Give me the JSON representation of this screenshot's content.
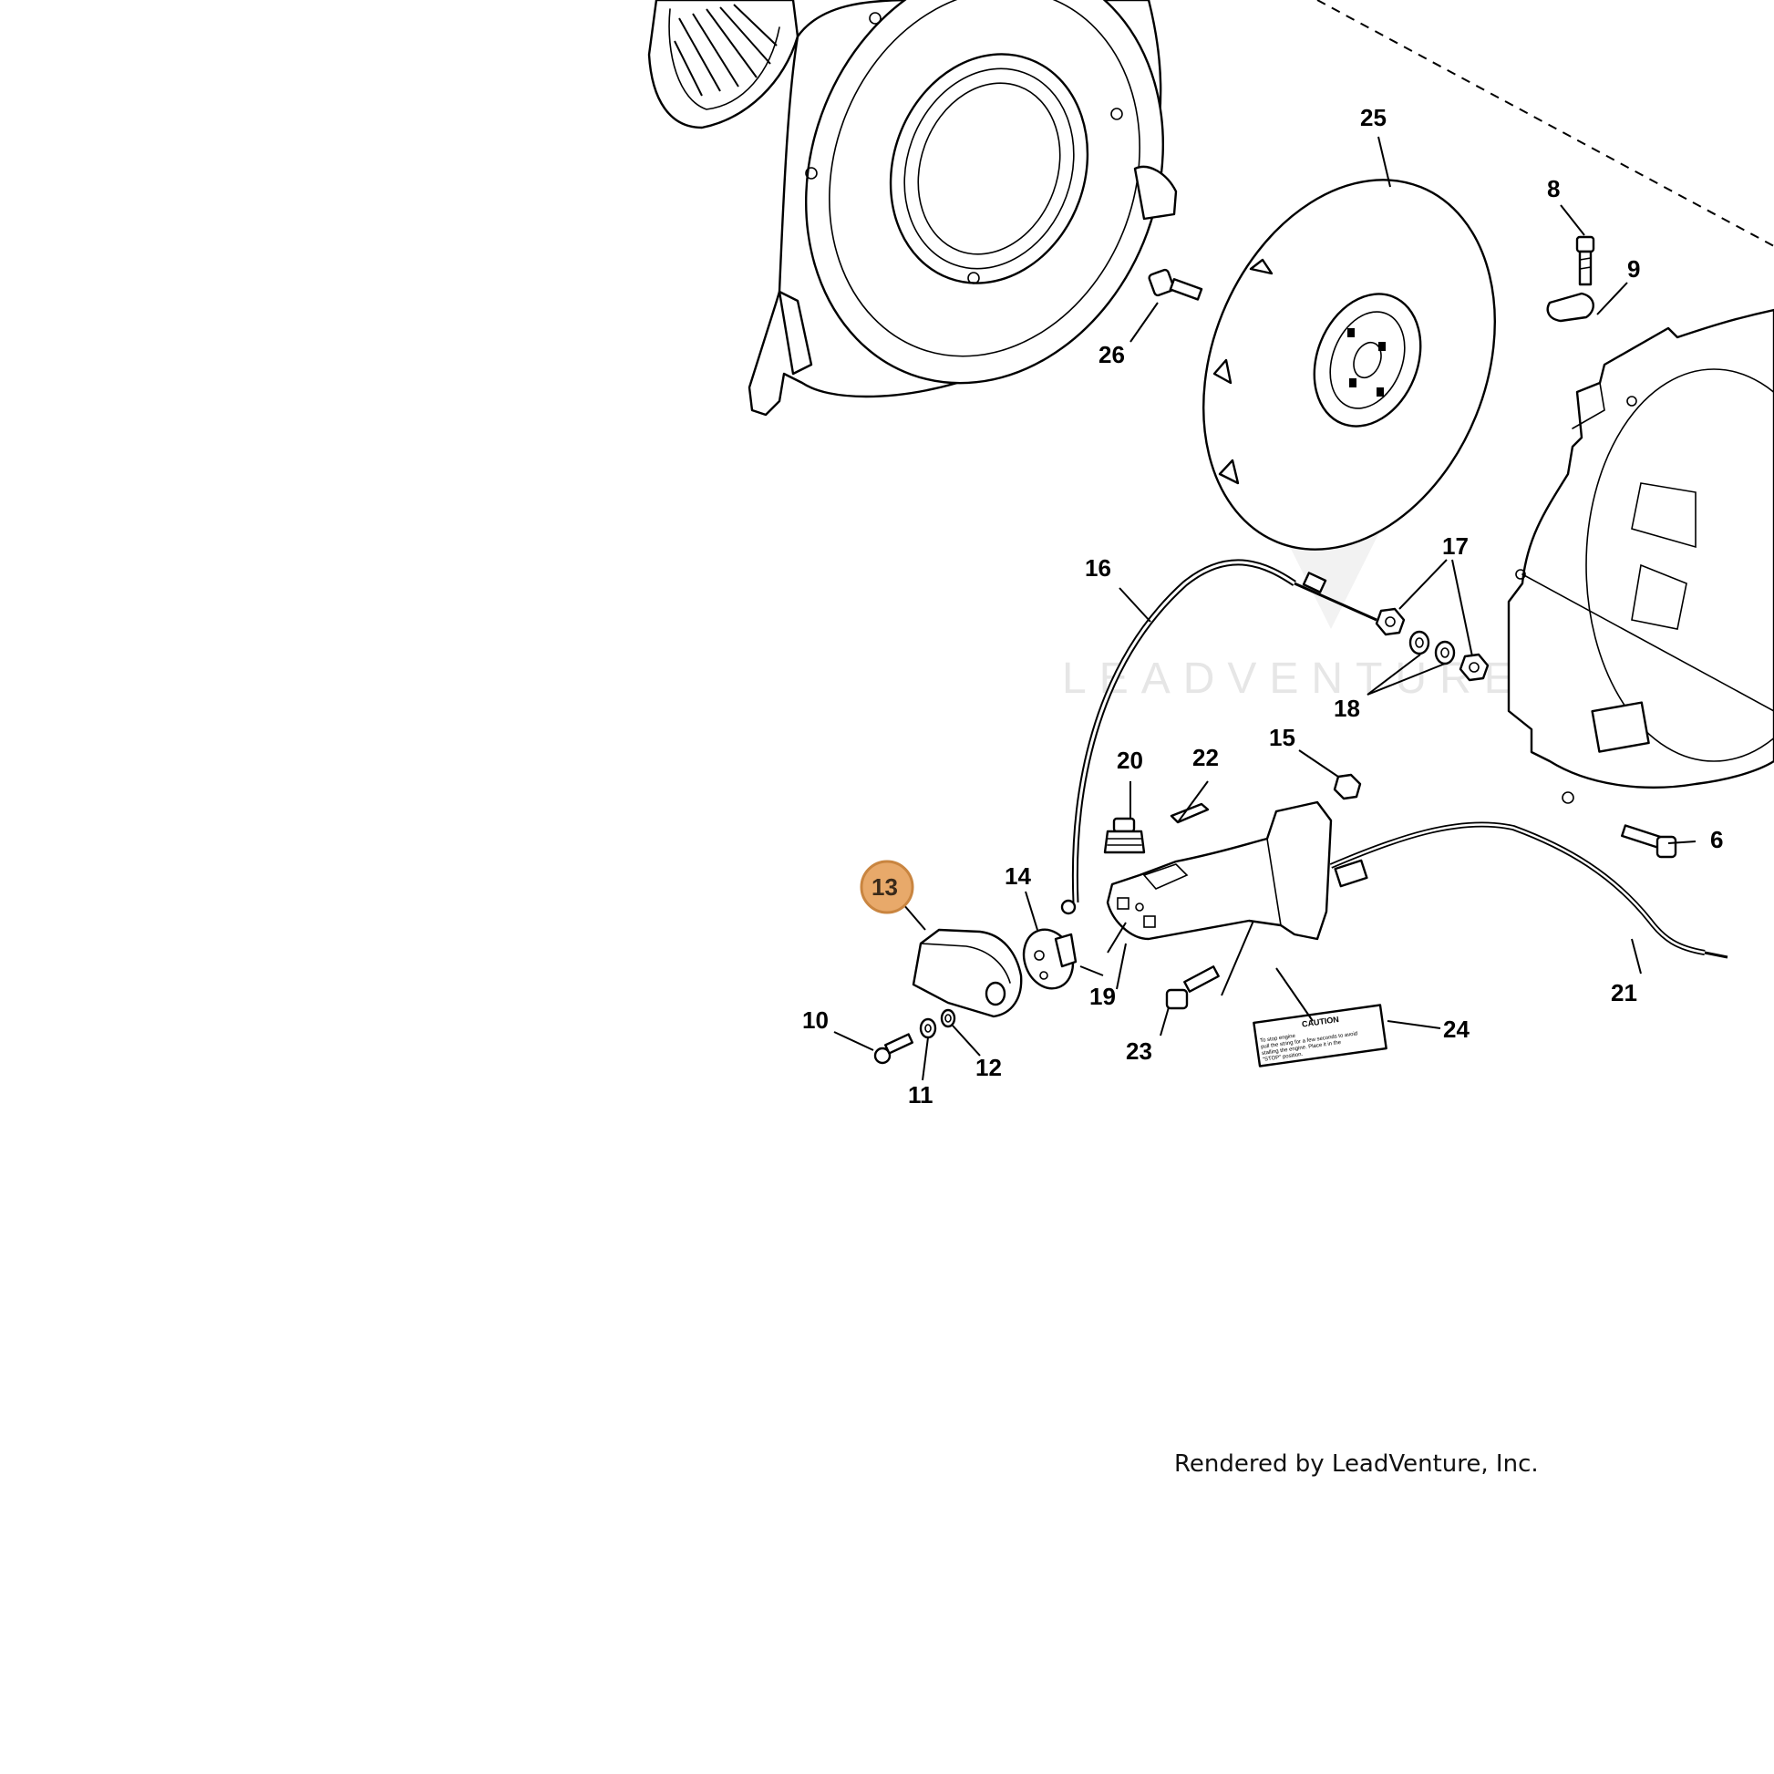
{
  "callouts": {
    "c6": "6",
    "c8": "8",
    "c9": "9",
    "c10": "10",
    "c11": "11",
    "c12": "12",
    "c13": "13",
    "c14": "14",
    "c15": "15",
    "c16": "16",
    "c17": "17",
    "c18": "18",
    "c19": "19",
    "c20": "20",
    "c21": "21",
    "c22": "22",
    "c23": "23",
    "c24": "24",
    "c25": "25",
    "c26": "26"
  },
  "highlighted_callout": "13",
  "caution_label": {
    "title": "CAUTION",
    "lines": [
      "To stop engine",
      "pull the string for a few seconds to avoid",
      "stalling the engine. Place it in the",
      "\"STOP\" position."
    ]
  },
  "watermark": "LEADVENTURE",
  "credit": "Rendered by LeadVenture, Inc.",
  "colors": {
    "highlight_fill": "#e8a96a",
    "highlight_stroke": "#c98540",
    "line": "#000000",
    "watermark": "#e6e6e6"
  }
}
